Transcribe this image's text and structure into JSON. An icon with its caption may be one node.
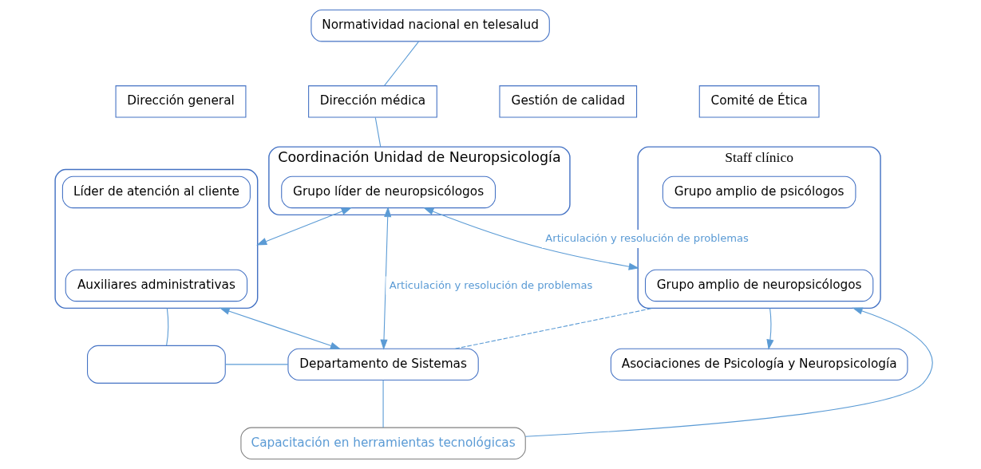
{
  "diagram": {
    "nodes": [
      {
        "text": [
          "Normatividad nacional en telesalud"
        ]
      },
      {
        "text": [
          "Dirección general"
        ]
      },
      {
        "text": [
          "Dirección médica"
        ]
      },
      {
        "text": [
          "Gestión de calidad"
        ]
      },
      {
        "text": [
          "Comité de Ética"
        ]
      },
      {
        "text": [],
        "shape": "box"
      },
      {
        "text": [
          "Líder de atención al cliente"
        ],
        "in": 5
      },
      {
        "text": [
          "Auxiliares administrativas"
        ],
        "in": 5
      },
      {
        "text": [
          "Coordinación Unidad de Neuropsicología"
        ]
      },
      {
        "text": [
          "Grupo líder de neuropsicólogos"
        ],
        "in": 8
      },
      {
        "text": [
          "Staff clínico"
        ]
      },
      {
        "text": [
          "Grupo amplio de psicólogos"
        ],
        "in": 10
      },
      {
        "text": [
          "Grupo amplio de neuropsicólogos"
        ],
        "in": 10
      },
      {
        "text": [],
        "shape": "box"
      },
      {
        "text": [
          "Departamento de Sistemas"
        ]
      },
      {
        "text": [
          "Capacitación en herramientas tecnológicas"
        ]
      },
      {
        "text": [
          "Asociaciones de Psicología y Neuropsicología"
        ]
      }
    ],
    "edges": [
      {
        "from": 0,
        "to": 2,
        "arrow": "none"
      },
      {
        "from": 2,
        "to": 8,
        "arrow": "none"
      },
      {
        "from": 9,
        "to": 5,
        "arrow": "both"
      },
      {
        "from": 5,
        "to": 14,
        "arrow": "both"
      },
      {
        "from": 9,
        "to": 14,
        "arrow": "both",
        "label": "Articulación y resolución de problemas"
      },
      {
        "from": 9,
        "to": 10,
        "arrow": "both",
        "label": "Articulación y resolución de problemas"
      },
      {
        "from": 14,
        "to": 10,
        "arrow": "none",
        "style": "dashed"
      },
      {
        "from": 5,
        "to": 13,
        "arrow": "none"
      },
      {
        "from": 13,
        "to": 14,
        "arrow": "none"
      },
      {
        "from": 14,
        "to": 15,
        "arrow": "none"
      },
      {
        "from": 15,
        "to": 10,
        "arrow": "to"
      },
      {
        "from": 10,
        "to": 16,
        "arrow": "to"
      }
    ]
  }
}
